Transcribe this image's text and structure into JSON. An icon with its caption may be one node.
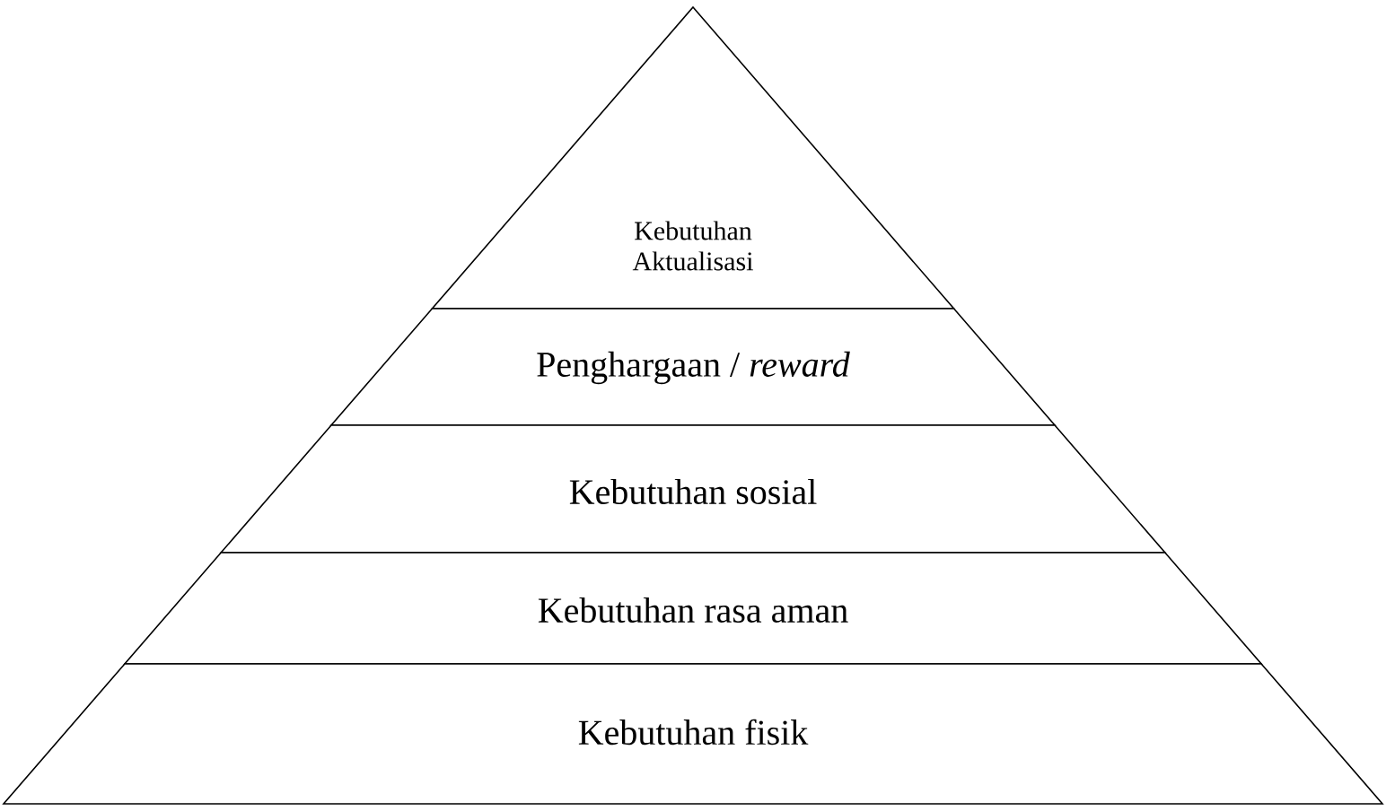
{
  "diagram": {
    "nodes": [
      {
        "text": [
          "Kebutuhan Aktualisasi"
        ]
      },
      {
        "text": [
          "Penghargaan / *reward*"
        ]
      },
      {
        "text": [
          "Kebutuhan sosial"
        ]
      },
      {
        "text": [
          "Kebutuhan rasa aman"
        ]
      },
      {
        "text": [
          "Kebutuhan fisik"
        ]
      }
    ]
  }
}
